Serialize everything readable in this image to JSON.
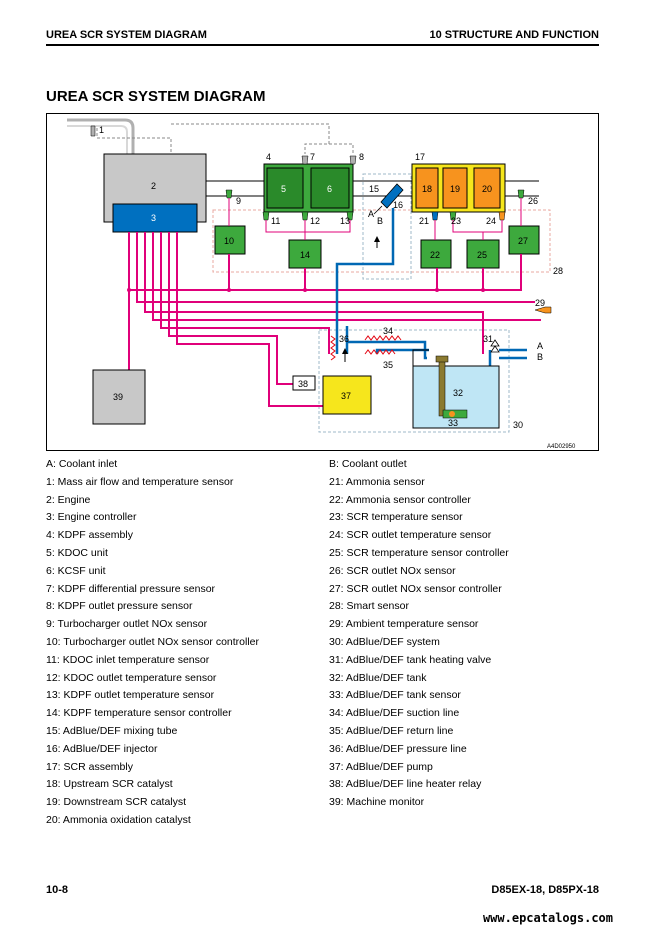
{
  "header": {
    "left": "UREA SCR SYSTEM DIAGRAM",
    "right": "10 STRUCTURE AND FUNCTION"
  },
  "title": "UREA SCR SYSTEM DIAGRAM",
  "figure": {
    "figure_id": "A4D02950",
    "component_numbers": [
      "1",
      "2",
      "3",
      "4",
      "5",
      "6",
      "7",
      "8",
      "9",
      "10",
      "11",
      "12",
      "13",
      "14",
      "15",
      "16",
      "17",
      "18",
      "19",
      "20",
      "21",
      "22",
      "23",
      "24",
      "25",
      "26",
      "27",
      "28",
      "29",
      "30",
      "31",
      "32",
      "33",
      "34",
      "35",
      "36",
      "37",
      "38",
      "39"
    ],
    "port_labels": {
      "a": "A",
      "b": "B"
    },
    "colors": {
      "harness": "#e0007a",
      "adblue_line": "#0068b4",
      "engine_block": "#c8c8c8",
      "controller": "#0070c0",
      "kdpf": "#3da93d",
      "scr": "#f6e61c",
      "scr_catalyst": "#f7931e",
      "sensor_controller": "#3da93d",
      "pump": "#f6e61c",
      "tank_fluid": "#bfe6f5",
      "heater_line": "#e30613",
      "smart_sensor_outline": "#e8a8a0"
    }
  },
  "legend_left": [
    "A: Coolant inlet",
    "1: Mass air flow and temperature sensor",
    "2: Engine",
    "3: Engine controller",
    "4: KDPF assembly",
    "5: KDOC unit",
    "6: KCSF unit",
    "7: KDPF differential pressure sensor",
    "8: KDPF outlet pressure sensor",
    "9: Turbocharger outlet NOx sensor",
    "10: Turbocharger outlet NOx sensor controller",
    "11: KDOC inlet temperature sensor",
    "12: KDOC outlet temperature sensor",
    "13: KDPF outlet temperature sensor",
    "14: KDPF temperature sensor controller",
    "15: AdBlue/DEF mixing tube",
    "16: AdBlue/DEF injector",
    "17: SCR assembly",
    "18: Upstream SCR catalyst",
    "19: Downstream SCR catalyst",
    "20: Ammonia oxidation catalyst"
  ],
  "legend_right": [
    "B: Coolant outlet",
    "21: Ammonia sensor",
    "22: Ammonia sensor controller",
    "23: SCR temperature sensor",
    "24: SCR outlet temperature sensor",
    "25: SCR temperature sensor controller",
    "26: SCR outlet NOx sensor",
    "27: SCR outlet NOx sensor controller",
    "28: Smart sensor",
    "29: Ambient temperature sensor",
    "30: AdBlue/DEF system",
    "31: AdBlue/DEF tank heating valve",
    "32: AdBlue/DEF tank",
    "33: AdBlue/DEF tank sensor",
    "34: AdBlue/DEF suction line",
    "35: AdBlue/DEF return line",
    "36: AdBlue/DEF pressure line",
    "37: AdBlue/DEF pump",
    "38: AdBlue/DEF line heater relay",
    "39: Machine monitor"
  ],
  "footer": {
    "page": "10-8",
    "model": "D85EX-18, D85PX-18"
  },
  "watermark": "www.epcatalogs.com"
}
